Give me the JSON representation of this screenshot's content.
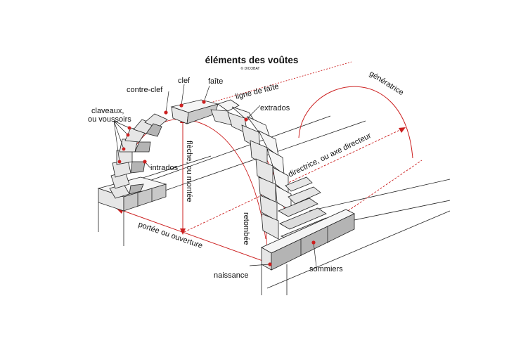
{
  "title": "éléments des voûtes",
  "copyright": "© DICOBAT",
  "labels": {
    "generatrice": "génératrice",
    "clef": "clef",
    "faite": "faîte",
    "contre_clef": "contre-clef",
    "ligne_de_faite": "ligne de faîte",
    "claveaux_line1": "claveaux,",
    "claveaux_line2": "ou voussoirs",
    "extrados": "extrados",
    "intrados": "intrados",
    "fleche": "flèche, ou montée",
    "directrice": "directrice, ou axe directeur",
    "retombee": "retombée",
    "portee": "portée ou ouverture",
    "naissance": "naissance",
    "sommiers": "sommiers"
  },
  "colors": {
    "annotation": "#cc2020",
    "stone_face": "#e6e6e6",
    "stone_top": "#f5f5f5",
    "stone_side": "#b4b4b4",
    "outline": "#222222"
  }
}
